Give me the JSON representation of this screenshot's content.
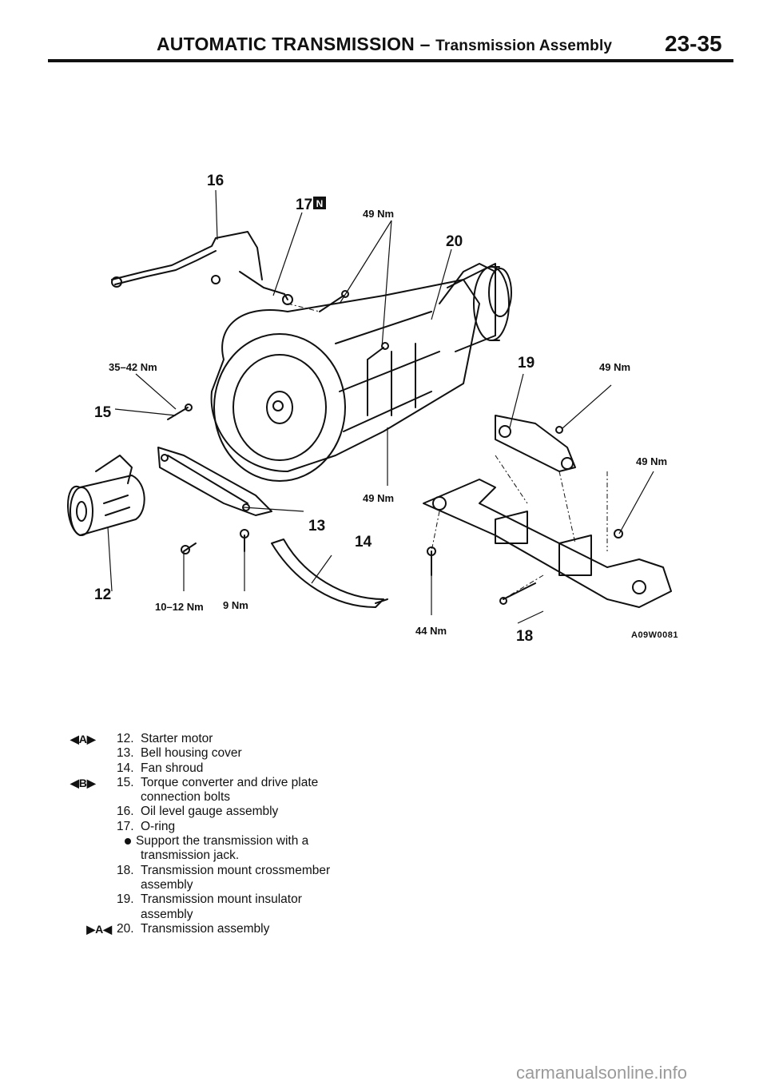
{
  "header": {
    "title": "AUTOMATIC TRANSMISSION",
    "dash": " – ",
    "subtitle": "Transmission Assembly",
    "page_number": "23-35"
  },
  "diagram": {
    "callouts": {
      "c12": "12",
      "c13": "13",
      "c14": "14",
      "c15": "15",
      "c16": "16",
      "c17": "17",
      "c18": "18",
      "c19": "19",
      "c20": "20"
    },
    "torques": {
      "t_49_top": "49 Nm",
      "t_35_42": "35–42 Nm",
      "t_49_right1": "49 Nm",
      "t_49_right2": "49 Nm",
      "t_49_mid": "49 Nm",
      "t_10_12": "10–12 Nm",
      "t_9": "9 Nm",
      "t_44": "44 Nm"
    },
    "n_mark": "N",
    "code": "A09W0081"
  },
  "legend": {
    "item12": {
      "marker": "◀A▶",
      "number": "12.",
      "text": "Starter motor"
    },
    "item13": {
      "number": "13.",
      "text": "Bell housing cover"
    },
    "item14": {
      "number": "14.",
      "text": "Fan shroud"
    },
    "item15": {
      "marker": "◀B▶",
      "number": "15.",
      "text": "Torque converter and drive plate",
      "cont": "connection bolts"
    },
    "item16": {
      "number": "16.",
      "text": "Oil level gauge assembly"
    },
    "item17": {
      "number": "17.",
      "text": "O-ring"
    },
    "note": {
      "text": "Support the transmission with a",
      "cont": "transmission jack."
    },
    "item18": {
      "number": "18.",
      "text": "Transmission mount crossmember",
      "cont": "assembly"
    },
    "item19": {
      "number": "19.",
      "text": "Transmission mount insulator",
      "cont": "assembly"
    },
    "item20": {
      "marker": "▶A◀",
      "number": "20.",
      "text": "Transmission assembly"
    }
  },
  "watermark": "carmanualsonline.info"
}
